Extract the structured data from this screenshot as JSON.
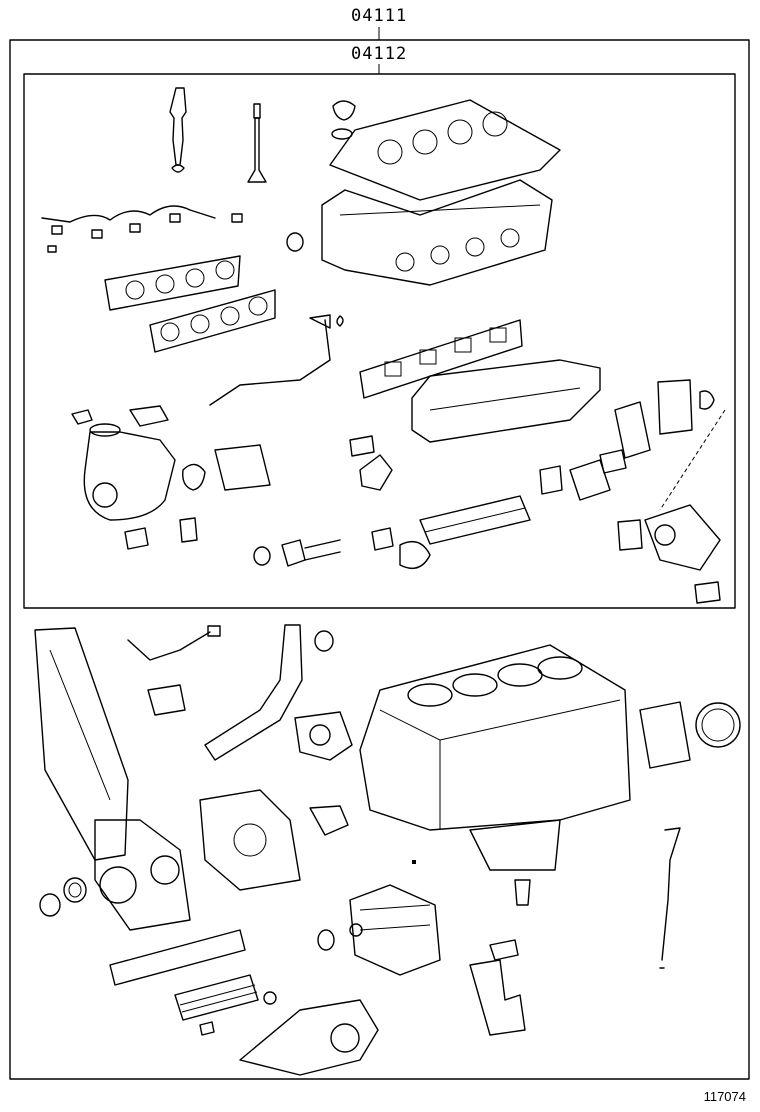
{
  "labels": {
    "outer_kit": "04111",
    "inner_kit": "04112",
    "figure_number": "117074"
  }
}
